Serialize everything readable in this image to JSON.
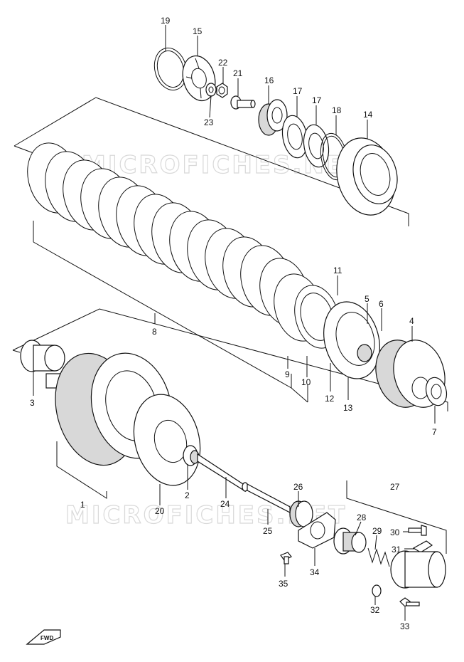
{
  "watermarks": [
    "MICROFICHES.NET",
    "MICROFICHES.NET"
  ],
  "fwd_label": "FWD",
  "callouts": [
    "1",
    "2",
    "3",
    "4",
    "5",
    "6",
    "7",
    "8",
    "9",
    "10",
    "11",
    "12",
    "13",
    "14",
    "15",
    "16",
    "17",
    "17",
    "18",
    "19",
    "20",
    "21",
    "22",
    "23",
    "24",
    "25",
    "26",
    "27",
    "28",
    "29",
    "30",
    "31",
    "32",
    "33",
    "34",
    "35"
  ]
}
